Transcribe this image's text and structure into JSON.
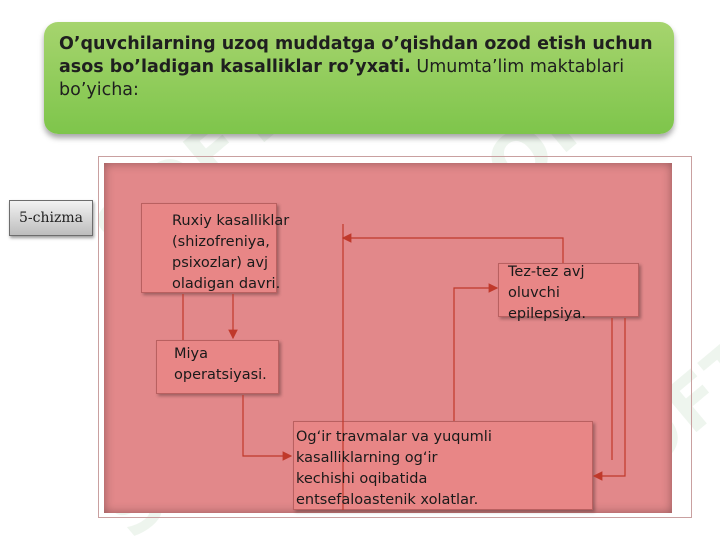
{
  "title": {
    "bold": "O’quvchilarning uzoq muddatga o’qishdan ozod etish uchun asos bo’ladigan kasalliklar ro’yxati.",
    "normal": " Umumta’lim maktablari bo’yicha:"
  },
  "side_label": "5-chizma",
  "watermark": "SOFT",
  "nodes": {
    "mental": "Ruxiy kasalliklar\n(shizofreniya,\npsixozlar) avj\noladigan davri.",
    "epilepsy": "Tez-tez avj\noluvchi\nepilepsiya.",
    "brain": "Miya\noperatsiyasi.",
    "trauma": "Og‘ir travmalar va yuqumli\nkasalliklarning og‘ir\nkechishi oqibatida\nentsefaloastenik xolatlar."
  },
  "colors": {
    "title_green": "#8cc85a",
    "panel_red": "#e2888a",
    "node_red": "#e88686",
    "line_red": "#c0392b"
  }
}
